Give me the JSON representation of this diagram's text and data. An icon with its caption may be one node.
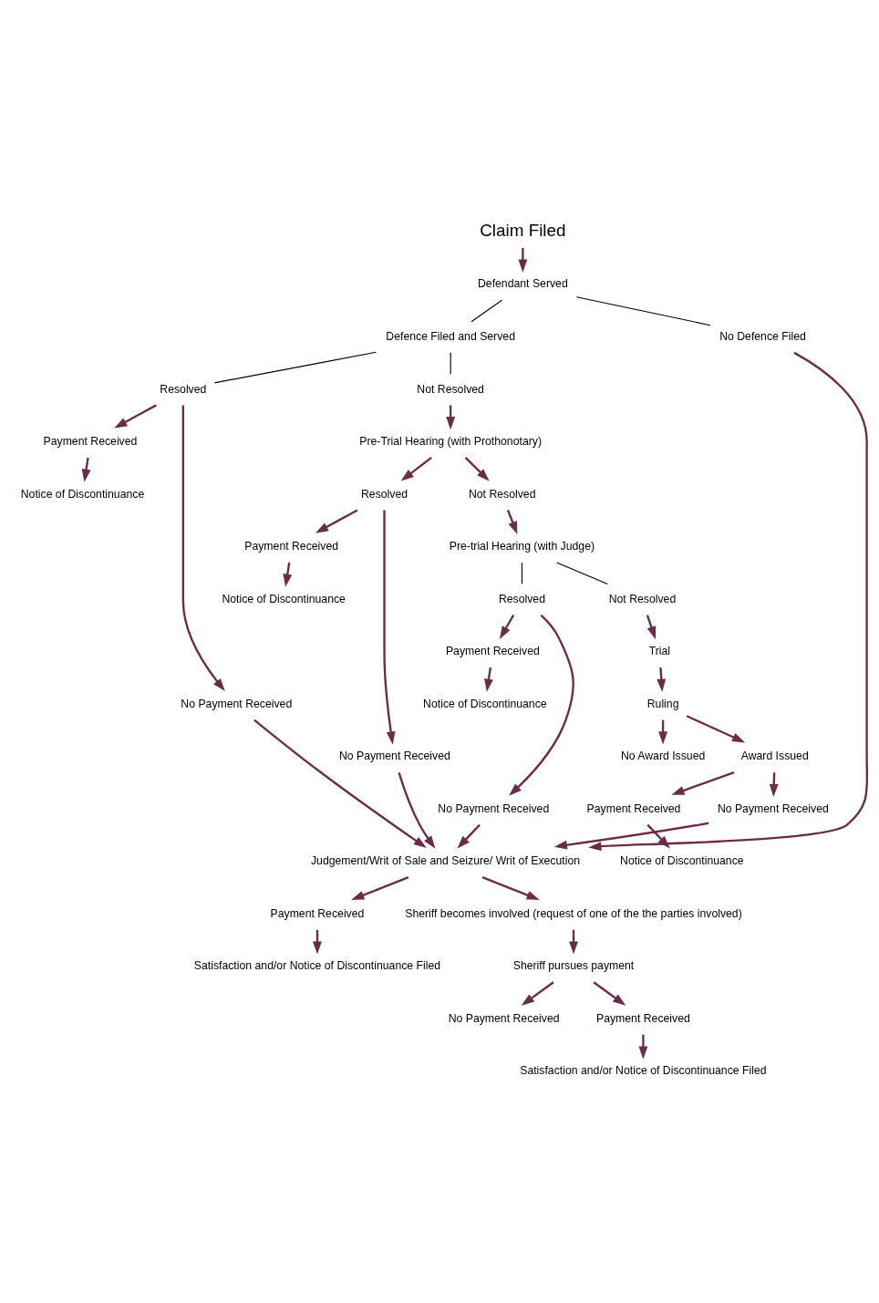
{
  "diagram": {
    "nodes": [
      {
        "text": [
          "Claim Filed"
        ]
      },
      {
        "text": [
          "Defendant Served"
        ]
      },
      {
        "text": [
          "Defence Filed and Served"
        ]
      },
      {
        "text": [
          "No Defence Filed"
        ]
      },
      {
        "text": [
          "Resolved"
        ]
      },
      {
        "text": [
          "Not Resolved"
        ]
      },
      {
        "text": [
          "Payment Received"
        ]
      },
      {
        "text": [
          "No Payment Received"
        ]
      },
      {
        "text": [
          "Notice of Discontinuance"
        ]
      },
      {
        "text": [
          "Pre-Trial Hearing (with Prothonotary)"
        ]
      },
      {
        "text": [
          "Resolved"
        ]
      },
      {
        "text": [
          "Not Resolved"
        ]
      },
      {
        "text": [
          "Payment Received"
        ]
      },
      {
        "text": [
          "No Payment Received"
        ]
      },
      {
        "text": [
          "Notice of Discontinuance"
        ]
      },
      {
        "text": [
          "Pre-trial Hearing (with Judge)"
        ]
      },
      {
        "text": [
          "Resolved"
        ]
      },
      {
        "text": [
          "Not Resolved"
        ]
      },
      {
        "text": [
          "Payment Received"
        ]
      },
      {
        "text": [
          "No Payment Received"
        ]
      },
      {
        "text": [
          "Notice of Discontinuance"
        ]
      },
      {
        "text": [
          "Trial"
        ]
      },
      {
        "text": [
          "Ruling"
        ]
      },
      {
        "text": [
          "No Award Issued"
        ]
      },
      {
        "text": [
          "Award Issued"
        ]
      },
      {
        "text": [
          "Payment Received"
        ]
      },
      {
        "text": [
          "No Payment Received"
        ]
      },
      {
        "text": [
          "Notice of Discontinuance"
        ]
      },
      {
        "text": [
          "Judgement/Writ of Sale and Seizure/ Writ of Execution"
        ]
      },
      {
        "text": [
          "Payment Received"
        ]
      },
      {
        "text": [
          "Sheriff becomes involved (request of one of the the parties involved)"
        ]
      },
      {
        "text": [
          "Satisfaction and/or Notice of Discontinuance Filed"
        ]
      },
      {
        "text": [
          "Sheriff pursues payment"
        ]
      },
      {
        "text": [
          "No Payment Received"
        ]
      },
      {
        "text": [
          "Payment Received"
        ]
      },
      {
        "text": [
          "Satisfaction and/or Notice of Discontinuance Filed"
        ]
      }
    ],
    "edges": [
      {
        "from": 0,
        "to": 1,
        "arrow": "to"
      },
      {
        "from": 1,
        "to": 2,
        "arrow": "none",
        "color": "#000000"
      },
      {
        "from": 1,
        "to": 3,
        "arrow": "none",
        "color": "#000000"
      },
      {
        "from": 2,
        "to": 4,
        "arrow": "none",
        "color": "#000000"
      },
      {
        "from": 2,
        "to": 5,
        "arrow": "none",
        "color": "#000000"
      },
      {
        "from": 4,
        "to": 6,
        "arrow": "to"
      },
      {
        "from": 4,
        "to": 7,
        "arrow": "to"
      },
      {
        "from": 6,
        "to": 8,
        "arrow": "to"
      },
      {
        "from": 5,
        "to": 9,
        "arrow": "to"
      },
      {
        "from": 9,
        "to": 10,
        "arrow": "to"
      },
      {
        "from": 9,
        "to": 11,
        "arrow": "to"
      },
      {
        "from": 10,
        "to": 12,
        "arrow": "to"
      },
      {
        "from": 10,
        "to": 13,
        "arrow": "to"
      },
      {
        "from": 12,
        "to": 14,
        "arrow": "to"
      },
      {
        "from": 11,
        "to": 15,
        "arrow": "to"
      },
      {
        "from": 15,
        "to": 16,
        "arrow": "none",
        "color": "#000000"
      },
      {
        "from": 15,
        "to": 17,
        "arrow": "none",
        "color": "#000000"
      },
      {
        "from": 16,
        "to": 18,
        "arrow": "to"
      },
      {
        "from": 16,
        "to": 19,
        "arrow": "to"
      },
      {
        "from": 18,
        "to": 20,
        "arrow": "to"
      },
      {
        "from": 17,
        "to": 21,
        "arrow": "to"
      },
      {
        "from": 21,
        "to": 22,
        "arrow": "to"
      },
      {
        "from": 22,
        "to": 23,
        "arrow": "to"
      },
      {
        "from": 22,
        "to": 24,
        "arrow": "to"
      },
      {
        "from": 24,
        "to": 25,
        "arrow": "to"
      },
      {
        "from": 24,
        "to": 26,
        "arrow": "to"
      },
      {
        "from": 25,
        "to": 27,
        "arrow": "to"
      },
      {
        "from": 7,
        "to": 28,
        "arrow": "to"
      },
      {
        "from": 13,
        "to": 28,
        "arrow": "to"
      },
      {
        "from": 19,
        "to": 28,
        "arrow": "to"
      },
      {
        "from": 26,
        "to": 28,
        "arrow": "to"
      },
      {
        "from": 3,
        "to": 28,
        "arrow": "to"
      },
      {
        "from": 28,
        "to": 29,
        "arrow": "to"
      },
      {
        "from": 28,
        "to": 30,
        "arrow": "to"
      },
      {
        "from": 29,
        "to": 31,
        "arrow": "to"
      },
      {
        "from": 30,
        "to": 32,
        "arrow": "to"
      },
      {
        "from": 32,
        "to": 33,
        "arrow": "to"
      },
      {
        "from": 32,
        "to": 34,
        "arrow": "to"
      },
      {
        "from": 34,
        "to": 35,
        "arrow": "to"
      }
    ]
  }
}
